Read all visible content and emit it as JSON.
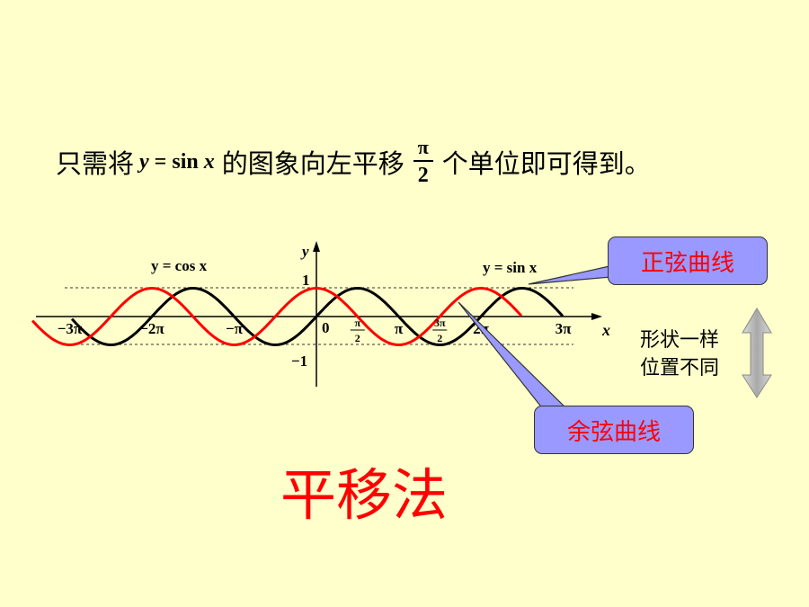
{
  "sentence": {
    "before": "只需将",
    "formula_y": "y",
    "formula_eq": " = sin ",
    "formula_x": "x",
    "middle": "的图象向左平移",
    "frac_num": "π",
    "frac_den": "2",
    "after": "个单位即可得到。"
  },
  "graph": {
    "y_axis_label": "y",
    "x_axis_label": "x",
    "y_tick_1": "1",
    "y_tick_neg1": "−1",
    "origin_label": "0",
    "x_ticks": [
      {
        "label": "−3π",
        "value": -3
      },
      {
        "label": "−2π",
        "value": -2
      },
      {
        "label": "−π",
        "value": -1
      },
      {
        "label": "π",
        "value": 1
      },
      {
        "label": "2π",
        "value": 2
      },
      {
        "label": "3π",
        "value": 3
      }
    ],
    "frac_ticks": [
      {
        "num": "π",
        "den": "2",
        "value": 0.5
      },
      {
        "num": "3π",
        "den": "2",
        "value": 1.5
      }
    ],
    "cos_label": "y = cos x",
    "sin_label": "y = sin x",
    "sin_color": "#000000",
    "cos_color": "#ff0000"
  },
  "callouts": {
    "sine": "正弦曲线",
    "cosine": "余弦曲线"
  },
  "note": {
    "line1": "形状一样",
    "line2": "位置不同"
  },
  "method": "平移法",
  "colors": {
    "background": "#ffffcc",
    "callout_fill": "#9999ff",
    "callout_text": "#ff0000",
    "arrow_fill": "#c0c0c0"
  }
}
